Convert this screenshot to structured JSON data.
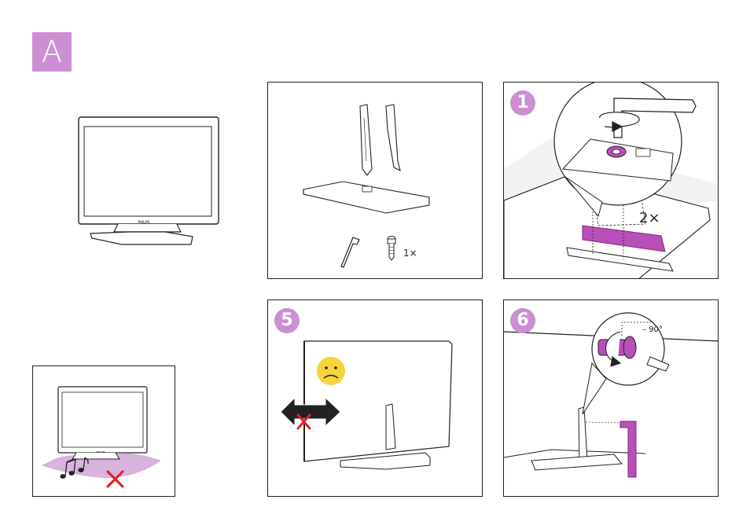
{
  "section": {
    "label": "A"
  },
  "tv_brand": "PHILIPS",
  "panels": {
    "parts": {
      "screw_qty": "1×"
    },
    "step1": {
      "number": "1",
      "screw_qty": "2×"
    },
    "step5": {
      "number": "5"
    },
    "step6": {
      "number": "6",
      "angle": "– 90°"
    }
  },
  "colors": {
    "accent": "#cc8fd1",
    "part_highlight": "#b94fb8",
    "warning_red": "#e3222e",
    "smiley": "#f7d33c",
    "outline": "#222222"
  },
  "icons": [
    "allen-key-icon",
    "screw-icon",
    "rotate-arrow-icon",
    "sad-face-icon",
    "cross-icon",
    "music-notes-icon"
  ]
}
